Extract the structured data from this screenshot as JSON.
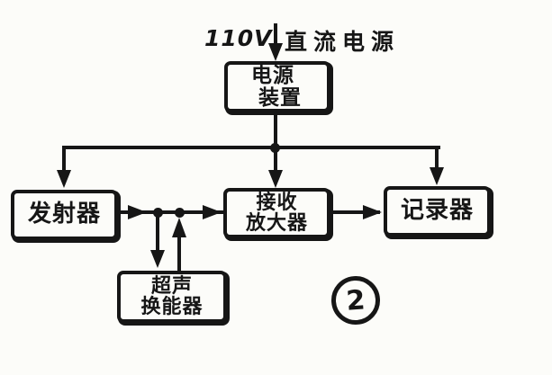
{
  "figure": {
    "input_voltage": "110V",
    "input_source": "直流电源",
    "figure_number": "2"
  },
  "blocks": {
    "power_unit": {
      "line1": "电源",
      "line2": "装置"
    },
    "transmitter": {
      "label": "发射器"
    },
    "receiver_amplifier": {
      "line1": "接收",
      "line2": "放大器"
    },
    "recorder": {
      "label": "记录器"
    },
    "ultrasonic_transducer": {
      "line1": "超声",
      "line2": "换能器"
    }
  },
  "connections": [
    "110V 直流电源 → 电源装置",
    "电源装置 → 发射器",
    "电源装置 → 接收放大器",
    "电源装置 → 记录器",
    "发射器 → 超声换能器",
    "超声换能器 → 接收放大器",
    "接收放大器 → 记录器"
  ],
  "colors": {
    "ink": "#161616",
    "background": "#fcfcf9"
  }
}
